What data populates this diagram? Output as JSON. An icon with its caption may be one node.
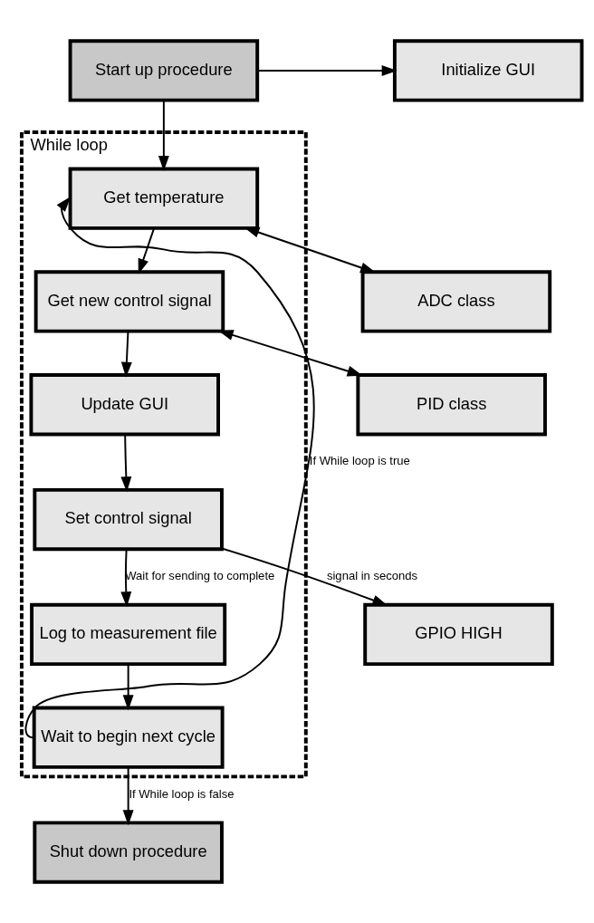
{
  "diagram": {
    "nodes": [
      {
        "text": [
          "Start up procedure"
        ]
      },
      {
        "text": [
          "Initialize GUI"
        ]
      },
      {
        "text": [
          "While loop"
        ]
      },
      {
        "text": [
          "Get temperature"
        ],
        "in": 2
      },
      {
        "text": [
          "ADC class"
        ]
      },
      {
        "text": [
          "Get new control signal"
        ],
        "in": 2
      },
      {
        "text": [
          "PID class"
        ]
      },
      {
        "text": [
          "Update GUI"
        ],
        "in": 2
      },
      {
        "text": [
          "Set control signal"
        ],
        "in": 2
      },
      {
        "text": [
          "GPIO HIGH"
        ]
      },
      {
        "text": [
          "Log to measurement file"
        ],
        "in": 2
      },
      {
        "text": [
          "Wait to begin next cycle"
        ],
        "in": 2
      },
      {
        "text": [
          "Shut down procedure"
        ]
      }
    ],
    "edges": [
      {
        "from": 0,
        "to": 1,
        "arrow": "to"
      },
      {
        "from": 0,
        "to": 3,
        "arrow": "to"
      },
      {
        "from": 3,
        "to": 4,
        "arrow": "both"
      },
      {
        "from": 3,
        "to": 5,
        "arrow": "to"
      },
      {
        "from": 5,
        "to": 6,
        "arrow": "both"
      },
      {
        "from": 5,
        "to": 7,
        "arrow": "to"
      },
      {
        "from": 7,
        "to": 8,
        "arrow": "to"
      },
      {
        "from": 8,
        "to": 9,
        "arrow": "to",
        "label": "signal in seconds"
      },
      {
        "from": 8,
        "to": 10,
        "arrow": "to",
        "label": "Wait for sending to complete"
      },
      {
        "from": 10,
        "to": 11,
        "arrow": "to"
      },
      {
        "from": 11,
        "to": 3,
        "arrow": "to",
        "label": "If While loop is true"
      },
      {
        "from": 11,
        "to": 12,
        "arrow": "to",
        "label": "If While loop is false"
      }
    ]
  }
}
